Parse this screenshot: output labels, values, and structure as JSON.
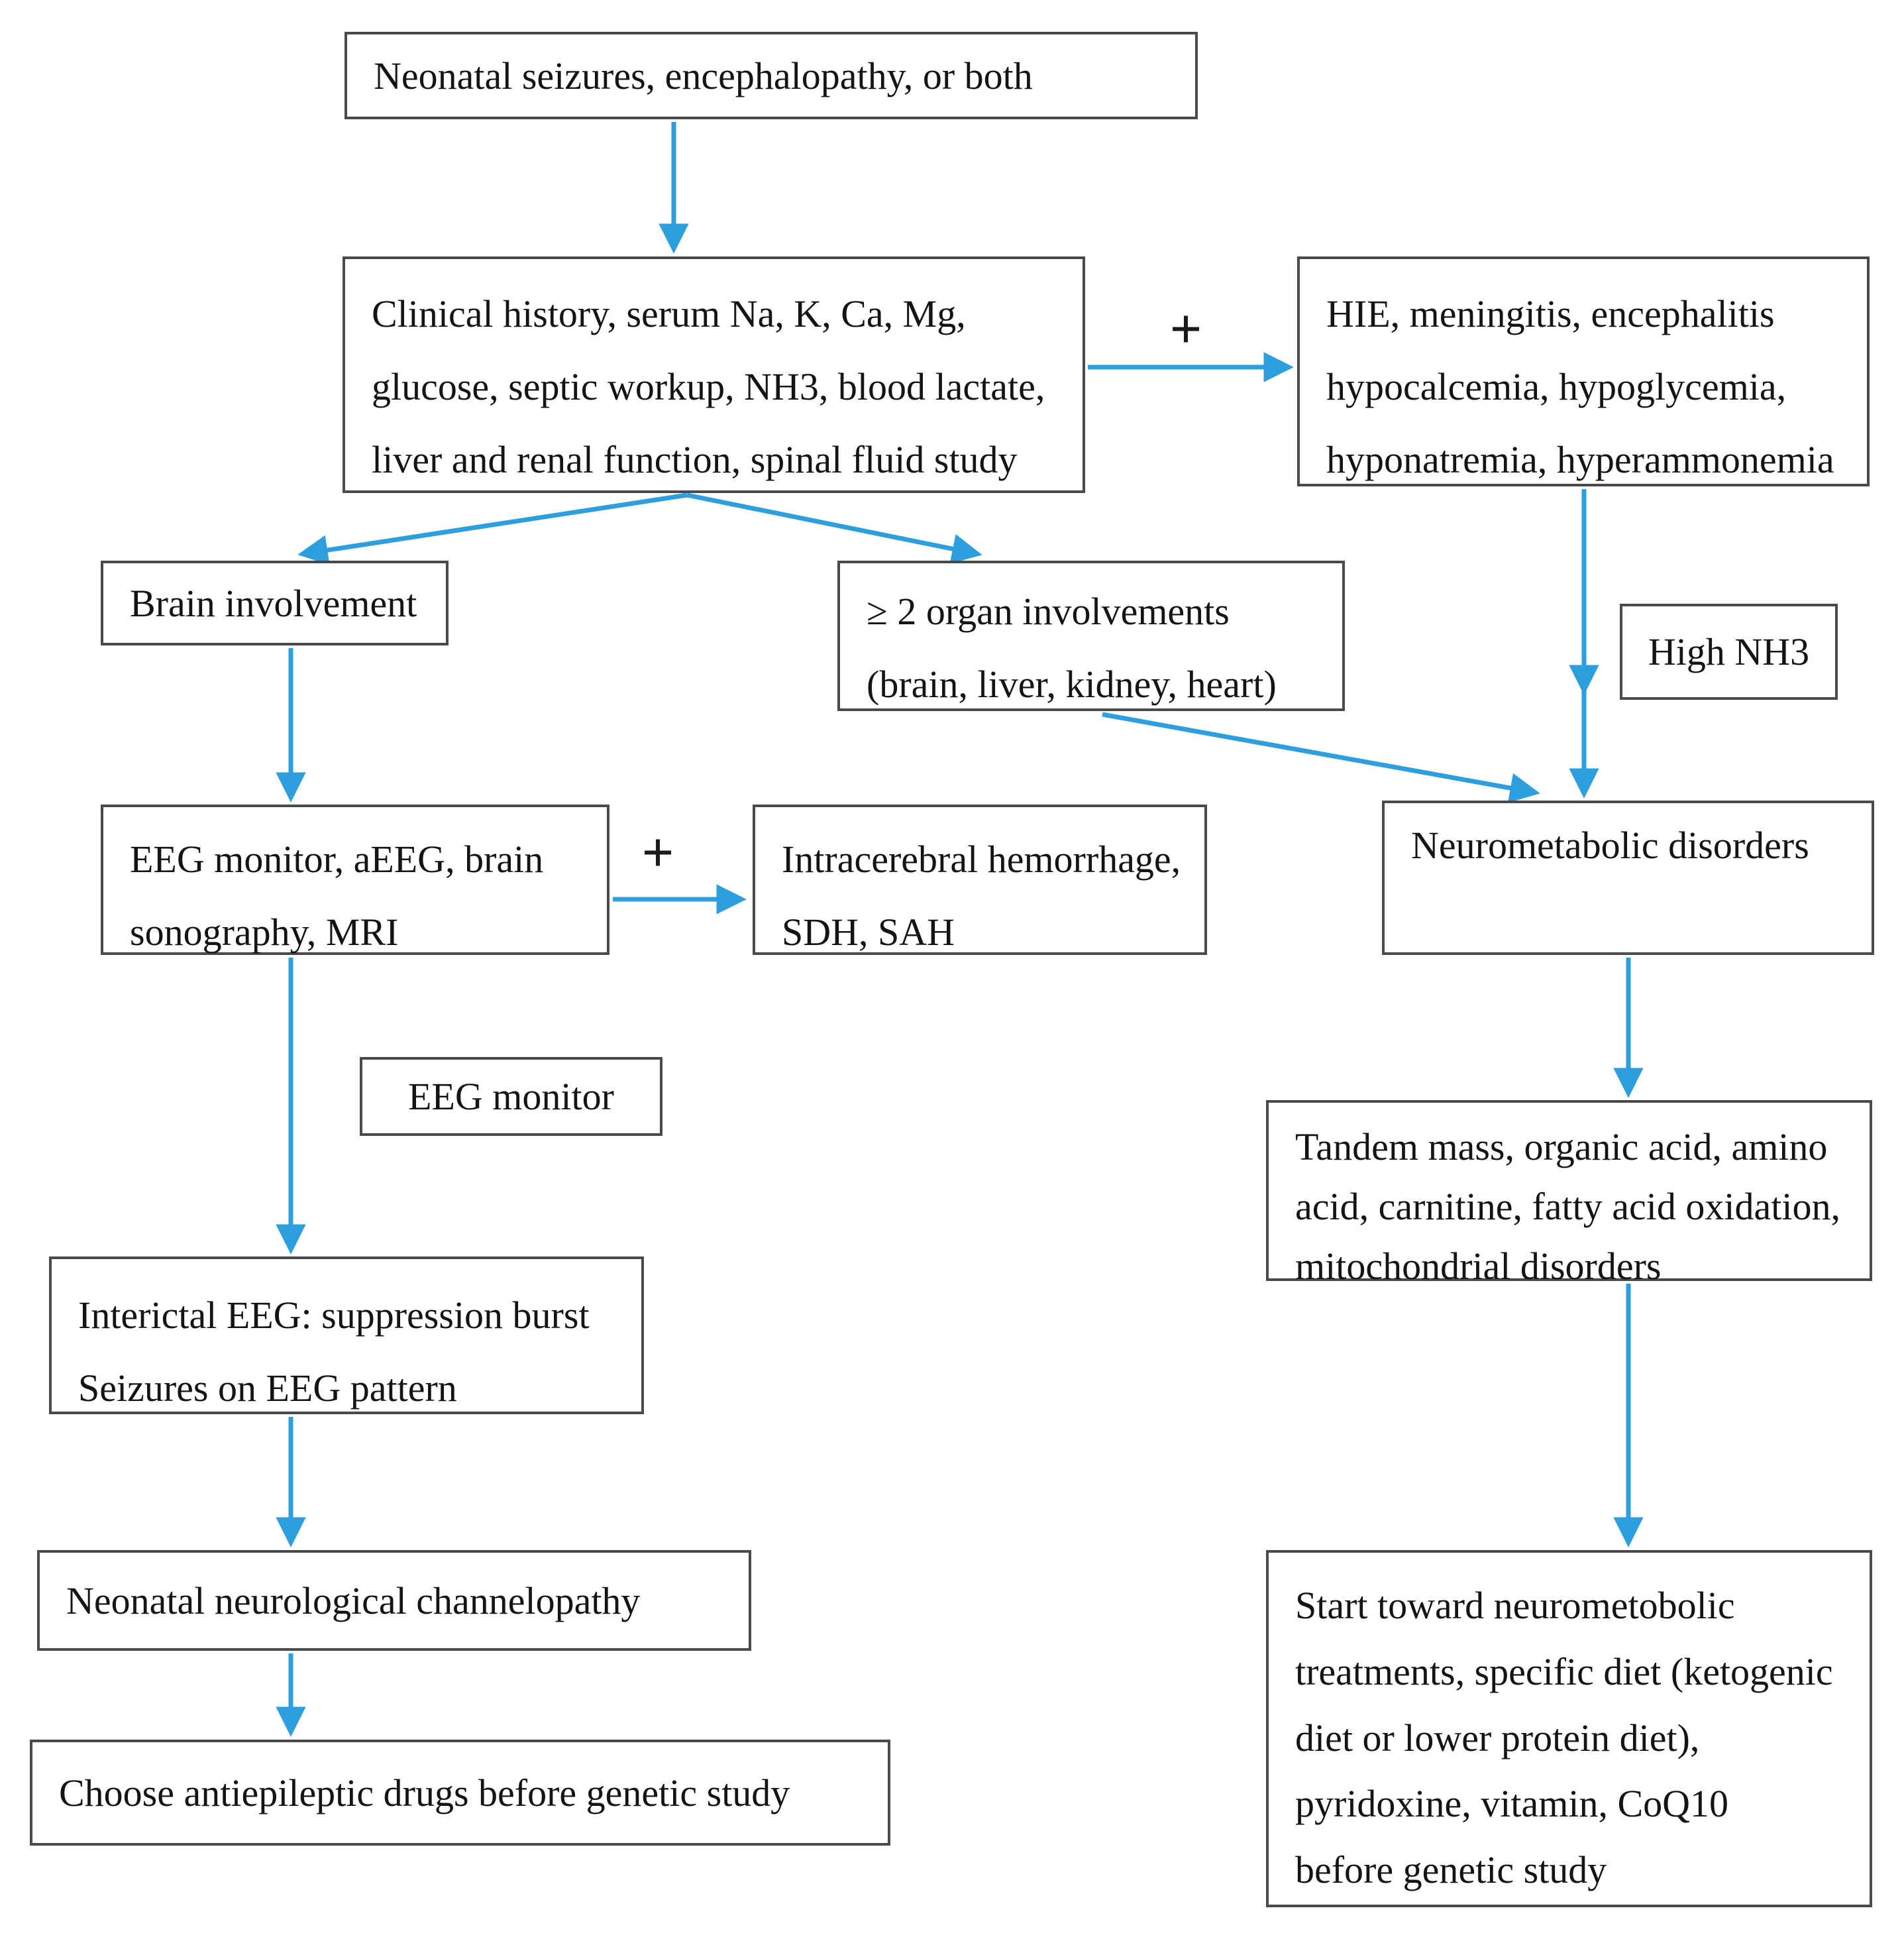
{
  "colors": {
    "arrow": "#2D9EDE",
    "border": "#4A4A4A",
    "text": "#141414",
    "background": "#FFFFFF"
  },
  "connectors": {
    "plus_top": "+",
    "plus_mid": "+"
  },
  "nodes": {
    "start": {
      "lines": [
        "Neonatal seizures, encephalopathy, or both"
      ]
    },
    "workup": {
      "lines": [
        "Clinical history, serum Na, K, Ca, Mg,",
        "glucose, septic workup, NH3, blood lactate,",
        "liver and renal function, spinal fluid study"
      ]
    },
    "differential": {
      "lines": [
        "HIE, meningitis, encephalitis",
        "hypocalcemia, hypoglycemia,",
        "hyponatremia, hyperammonemia"
      ]
    },
    "brain_involvement": {
      "lines": [
        "Brain involvement"
      ]
    },
    "organ_involvement": {
      "lines": [
        "≥ 2 organ involvements",
        "(brain, liver, kidney, heart)"
      ]
    },
    "high_nh3": {
      "lines": [
        "High NH3"
      ]
    },
    "eeg_workup": {
      "lines": [
        "EEG monitor, aEEG, brain",
        "sonography, MRI"
      ]
    },
    "hemorrhage": {
      "lines": [
        "Intracerebral hemorrhage,",
        "SDH, SAH"
      ]
    },
    "neurometabolic": {
      "lines": [
        "Neurometabolic disorders"
      ]
    },
    "eeg_monitor": {
      "lines": [
        "EEG monitor"
      ]
    },
    "metabolic_tests": {
      "lines": [
        "Tandem mass, organic acid, amino",
        "acid, carnitine, fatty acid oxidation,",
        "mitochondrial disorders"
      ]
    },
    "interictal_eeg": {
      "lines": [
        "Interictal EEG: suppression burst",
        "Seizures on EEG pattern"
      ]
    },
    "channelopathy": {
      "lines": [
        "Neonatal neurological channelopathy"
      ]
    },
    "antiepileptic": {
      "lines": [
        "Choose antiepileptic drugs before genetic study"
      ]
    },
    "treatment": {
      "lines": [
        "Start toward neurometobolic",
        "treatments, specific diet (ketogenic",
        "diet or lower protein diet),",
        "pyridoxine, vitamin, CoQ10",
        "before genetic study"
      ]
    }
  }
}
